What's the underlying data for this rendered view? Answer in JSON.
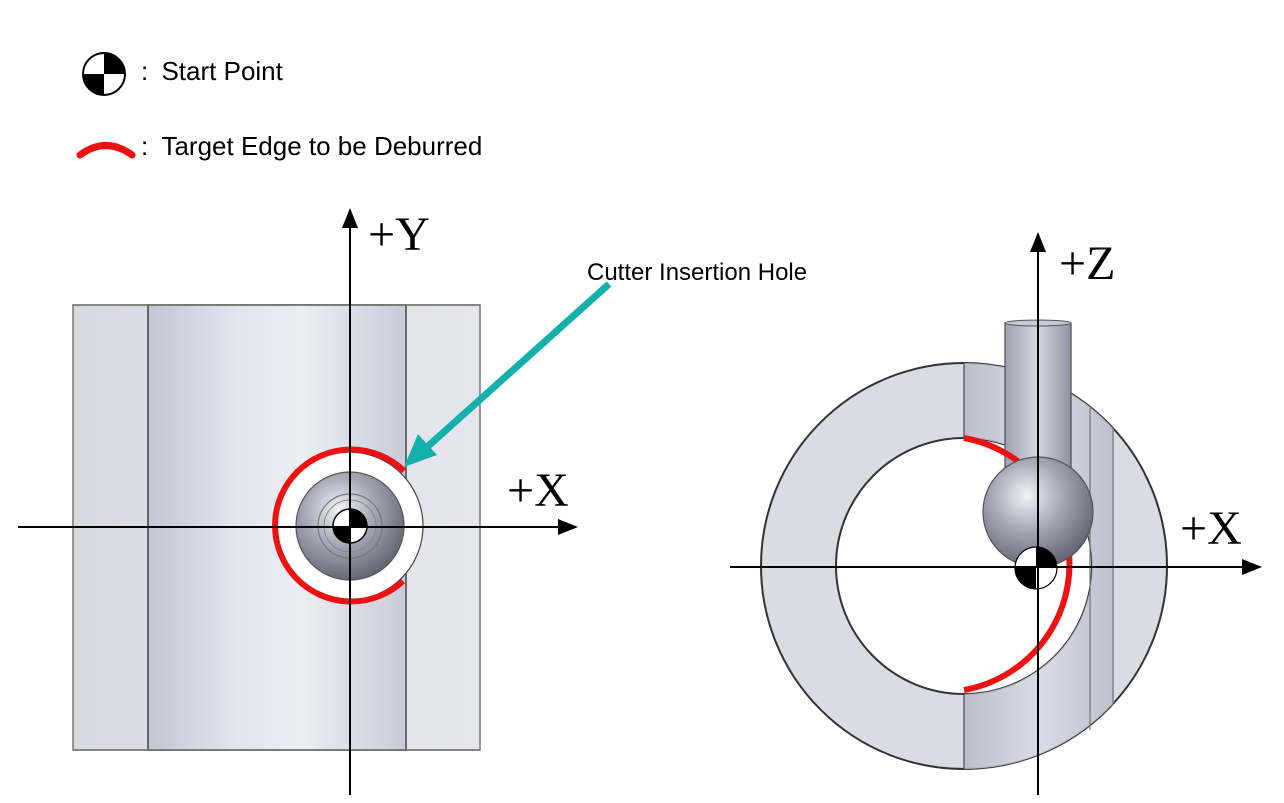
{
  "legend": {
    "start_point": {
      "separator": ":",
      "label": "Start Point",
      "icon": "start-point-marker-icon"
    },
    "target_edge": {
      "separator": ":",
      "label": "Target Edge to be Deburred",
      "icon": "red-arc-icon",
      "color": "#ee1111"
    }
  },
  "callout": {
    "label": "Cutter Insertion Hole",
    "arrow_color": "#14b1ac"
  },
  "left_view": {
    "axis_y_label": "+Y",
    "axis_x_label": "+X"
  },
  "right_view": {
    "axis_z_label": "+Z",
    "axis_x_label": "+X"
  },
  "colors": {
    "part_body": "#d6d8e4",
    "part_outline": "#3a3a3a",
    "target_edge": "#ee1111",
    "callout_arrow": "#14b1ac"
  }
}
